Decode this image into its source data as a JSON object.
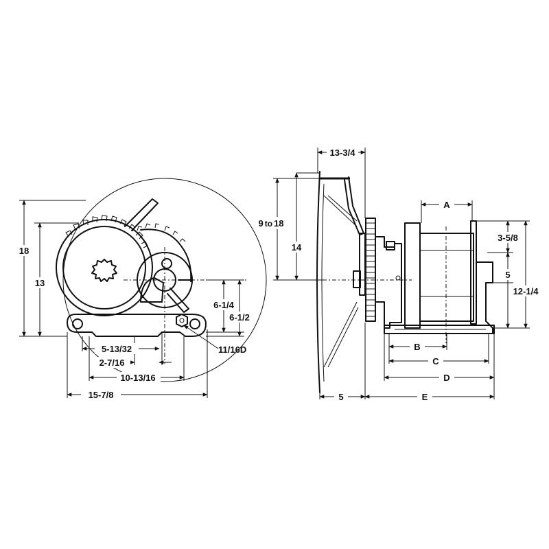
{
  "labels": {
    "d18": "18",
    "d13": "13",
    "d6_1_4": "6-1/4",
    "d6_1_2": "6-1/2",
    "d5_13_32": "5-13/32",
    "d2_7_16": "2-7/16",
    "d10_13_16": "10-13/16",
    "d15_7_8": "15-7/8",
    "d11_16d": "11/16D",
    "d9to18_a": "9",
    "d9to18_b": "to",
    "d9to18_c": "18",
    "d14": "14",
    "d13_3_4": "13-3/4",
    "d5_bottom": "5",
    "dA": "A",
    "dB": "B",
    "dC": "C",
    "dD": "D",
    "dE": "E",
    "d3_5_8": "3-5/8",
    "d5_right": "5",
    "d12_1_4": "12-1/4"
  },
  "colors": {
    "ink": "#111111",
    "paper": "#ffffff"
  }
}
